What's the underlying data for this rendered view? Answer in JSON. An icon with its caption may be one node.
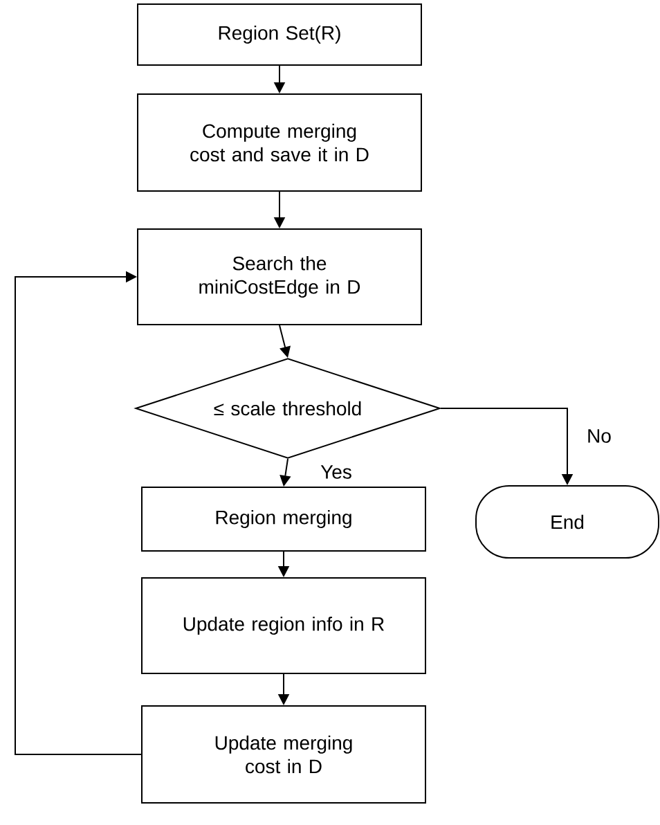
{
  "diagram": {
    "nodes": [
      {
        "text": [
          "Region Set(R)"
        ]
      },
      {
        "text": [
          "Compute merging cost and save it in D"
        ]
      },
      {
        "text": [
          "Search the miniCostEdge in D"
        ]
      },
      {
        "text": [
          "≤ scale threshold"
        ]
      },
      {
        "text": [
          "Region merging"
        ]
      },
      {
        "text": [
          "Update region info in R"
        ]
      },
      {
        "text": [
          "Update merging cost in D"
        ]
      },
      {
        "text": [
          "End"
        ]
      }
    ],
    "edges": [
      {
        "from": 0,
        "to": 1,
        "arrow": "to"
      },
      {
        "from": 1,
        "to": 2,
        "arrow": "to"
      },
      {
        "from": 2,
        "to": 3,
        "arrow": "to"
      },
      {
        "from": 3,
        "to": 4,
        "arrow": "to",
        "label": "Yes"
      },
      {
        "from": 4,
        "to": 5,
        "arrow": "to"
      },
      {
        "from": 5,
        "to": 6,
        "arrow": "to"
      },
      {
        "from": 6,
        "to": 2,
        "arrow": "to"
      },
      {
        "from": 3,
        "to": 7,
        "arrow": "to",
        "label": "No"
      }
    ]
  }
}
